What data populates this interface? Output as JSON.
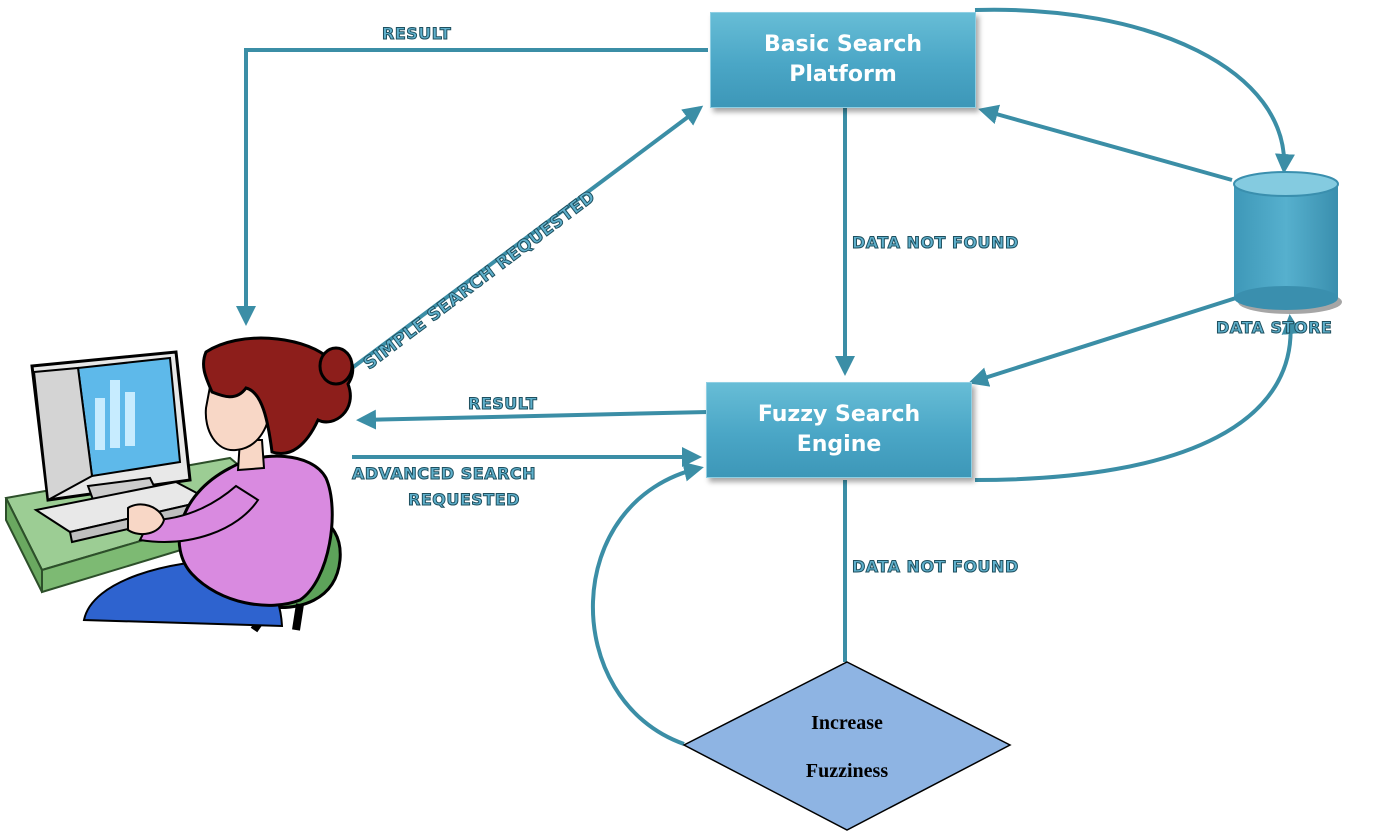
{
  "nodes": {
    "basic_search": {
      "line1": "Basic Search",
      "line2": "Platform"
    },
    "fuzzy_search": {
      "line1": "Fuzzy Search",
      "line2": "Engine"
    },
    "increase_fuzziness": {
      "line1": "Increase",
      "line2": "Fuzziness"
    },
    "data_store": {
      "label": "DATA STORE"
    }
  },
  "edges": {
    "result_top": "RESULT",
    "simple_search": "SIMPLE SEARCH REQUESTED",
    "data_not_found_1": "DATA NOT FOUND",
    "result_mid": "RESULT",
    "advanced_search_line1": "ADVANCED SEARCH",
    "advanced_search_line2": "REQUESTED",
    "data_not_found_2": "DATA NOT FOUND"
  },
  "colors": {
    "arrow": "#3b8ea6",
    "box": "#4aa6c6",
    "diamond": "#8eb4e3",
    "cylinder": "#4aa6c6"
  },
  "icons": {
    "user": "person-at-computer-icon",
    "database": "database-cylinder-icon"
  }
}
